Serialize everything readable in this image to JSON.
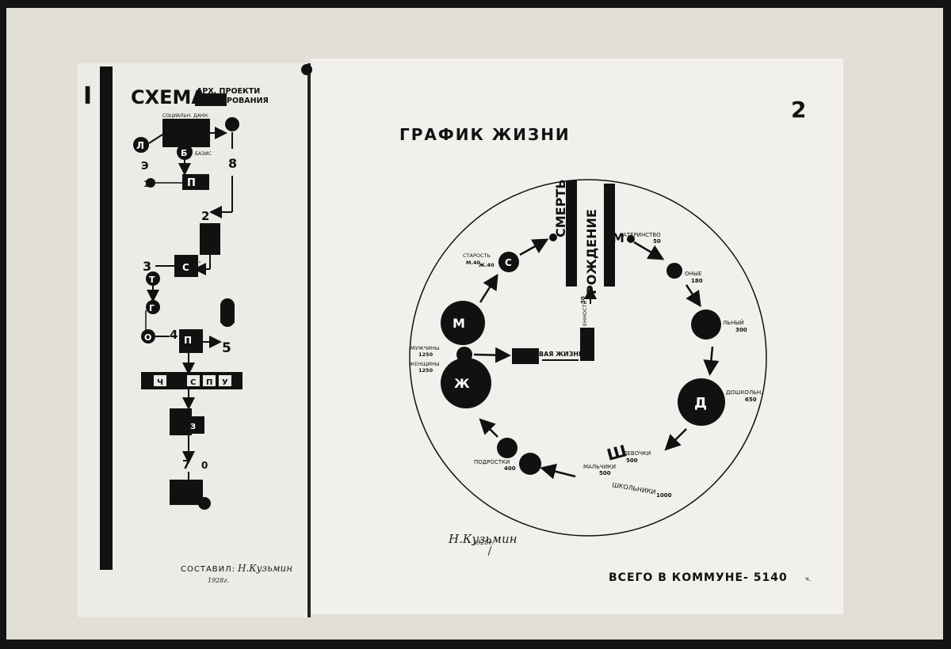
{
  "left_panel": {
    "title_main": "СХЕМА",
    "title_line1": "АРХ. ПРОЕКТИ",
    "title_line2": "РОВАНИЯ",
    "roman_numeral": "I",
    "letters": {
      "l": "Л",
      "b": "Б",
      "e": "Э",
      "p": "П",
      "s": "С",
      "t": "Т",
      "g": "Г",
      "o": "О",
      "p4": "П",
      "ch": "Ч",
      "s_row": "С",
      "p_row": "П",
      "u": "У",
      "z": "З"
    },
    "numbers": {
      "n1": "1",
      "n2": "2",
      "n3": "3",
      "n4": "4",
      "n5": "5",
      "n7": "7",
      "n8": "8",
      "n0": "0"
    },
    "small_labels": {
      "sotsialnaya": "СОЦИАЛЬН. ДАНН.",
      "bazis": "БАЗИС"
    },
    "composed_by": "СОСТАВИЛ:",
    "signature": "Н.Кузьмин",
    "year": "1928г."
  },
  "right_panel": {
    "page_number": "2",
    "title": "ГРАФИК ЖИЗНИ",
    "bar_death": "СМЕРТЬ",
    "bar_birth": "РОЖДЕНИЕ",
    "stages": {
      "maternity": {
        "letter": "М",
        "label": "АТЕРИНСТВО",
        "value": "50"
      },
      "infants": {
        "label": "ОНЫЕ",
        "value": "180"
      },
      "nursery": {
        "label": "ЛЬНЫЙ",
        "value": "300"
      },
      "preschool": {
        "letter": "Д",
        "label": "ДОШКОЛЬН.",
        "value": "650"
      },
      "girls": {
        "label": "ДЕВОЧКИ",
        "value": "500"
      },
      "boys": {
        "label": "МАЛЬЧИКИ",
        "value": "500"
      },
      "school": {
        "letter": "Ш",
        "label": "ШКОЛЬНИКИ",
        "value": "1000"
      },
      "teens": {
        "label": "ПОДРОСТКИ",
        "value": "400"
      },
      "men": {
        "letter": "М",
        "label": "МУЖЧИНЫ",
        "value": "1250"
      },
      "women": {
        "letter": "Ж",
        "label": "ЖЕНЩИНЫ",
        "value": "1250"
      },
      "old_age": {
        "letter": "С",
        "label": "СТАРОСТЬ",
        "men": "М.40",
        "women": "Ж.40"
      },
      "family": {
        "label": "ВАЯ ЖИЗНЬ"
      },
      "newlyweds": {
        "label": "ЕННОСТЬ",
        "value": "30"
      }
    },
    "signature": "Н.Кузьмин",
    "year": "1928г.",
    "total_text": "ВСЕГО В КОММУНЕ- 5140",
    "total_unit": "ч."
  },
  "colors": {
    "card": "#e2dfd6",
    "photo": "#f1f0ec",
    "ink": "#111111",
    "frame": "#141414"
  }
}
